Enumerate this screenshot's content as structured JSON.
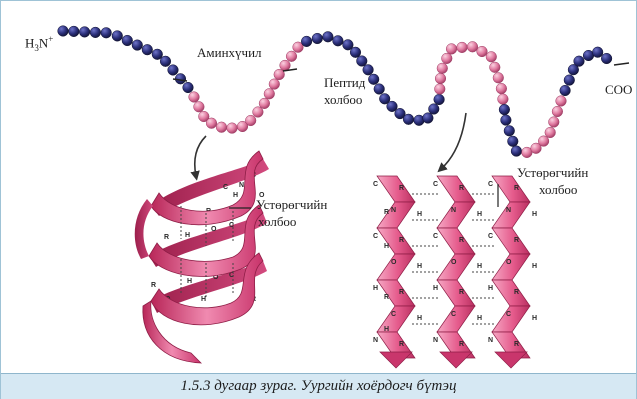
{
  "labels": {
    "n_terminus": "H3N+",
    "amino_acid": "Аминхүчил",
    "peptide_bond_1": "Пептид",
    "peptide_bond_2": "холбоо",
    "c_terminus": "COO",
    "h_bond_helix_1": "Устөрөгчийн",
    "h_bond_helix_2": "холбоо",
    "h_bond_sheet_1": "Устөрөгчийн",
    "h_bond_sheet_2": "холбоо"
  },
  "caption": "1.5.3 дугаар зураг. Уургийн хоёрдогч бүтэц",
  "colors": {
    "dark_bead": "#2b2f7a",
    "pink_bead": "#e07aa0",
    "ribbon": "#e0417a",
    "ribbon_light": "#f29cbc",
    "sheet": "#e55b8c",
    "sheet_light": "#f6a9c5",
    "caption_bg": "#d6e8f3"
  }
}
